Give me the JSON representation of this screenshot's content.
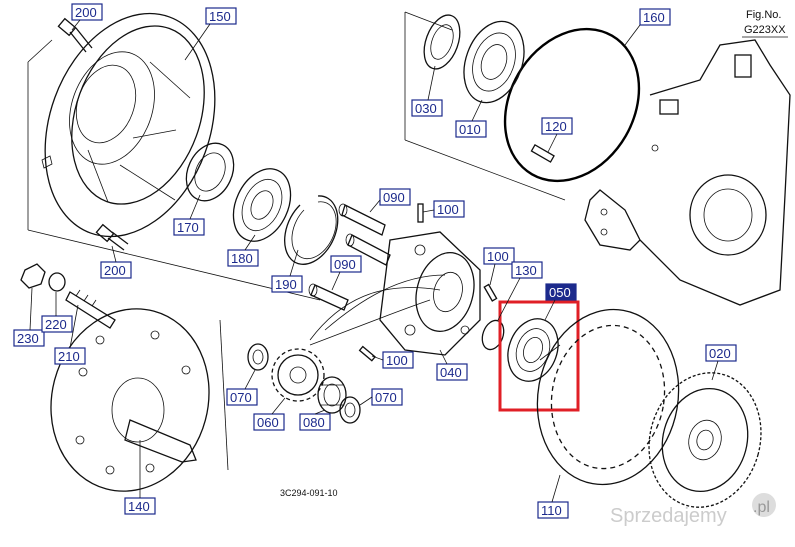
{
  "figure": {
    "label": "Fig.No.",
    "number": "G223XX",
    "doc_id": "3C294-091-10"
  },
  "watermark": {
    "text": "Sprzedajemy",
    "suffix": ".pl"
  },
  "highlight_color": "#e01f26",
  "callout_color": "#1c2a8c",
  "callouts": {
    "c200a": "200",
    "c150": "150",
    "c160": "160",
    "c030": "030",
    "c010": "010",
    "c120": "120",
    "c170": "170",
    "c180": "180",
    "c090a": "090",
    "c100a": "100",
    "c200b": "200",
    "c190": "190",
    "c090b": "090",
    "c100b": "100",
    "c130": "130",
    "c050": "050",
    "c020": "020",
    "c230": "230",
    "c220": "220",
    "c210": "210",
    "c070a": "070",
    "c060": "060",
    "c080": "080",
    "c070b": "070",
    "c100c": "100",
    "c040": "040",
    "c140": "140",
    "c110": "110"
  }
}
